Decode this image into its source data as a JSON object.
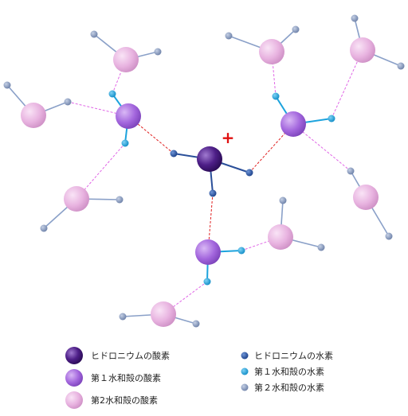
{
  "charge_symbol": "+",
  "legend": {
    "hydronium_oxygen": "ヒドロニウムの酸素",
    "first_shell_oxygen": "第１水和殻の酸素",
    "second_shell_oxygen": "第2水和殻の酸素",
    "hydronium_hydrogen": "ヒドロニウムの水素",
    "first_shell_hydrogen": "第１水和殻の水素",
    "second_shell_hydrogen": "第２水和殻の水素"
  },
  "colors": {
    "hydronium_oxygen": "#4a1a80",
    "first_shell_oxygen": "#a066dd",
    "second_shell_oxygen": "#e8b3e0",
    "hydronium_hydrogen": "#1f4fa0",
    "first_shell_hydrogen": "#1ca3dd",
    "second_shell_hydrogen": "#8095bb",
    "hbond_red": "#e02020",
    "hbond_pink": "#e066e6",
    "charge": "#e01010"
  }
}
